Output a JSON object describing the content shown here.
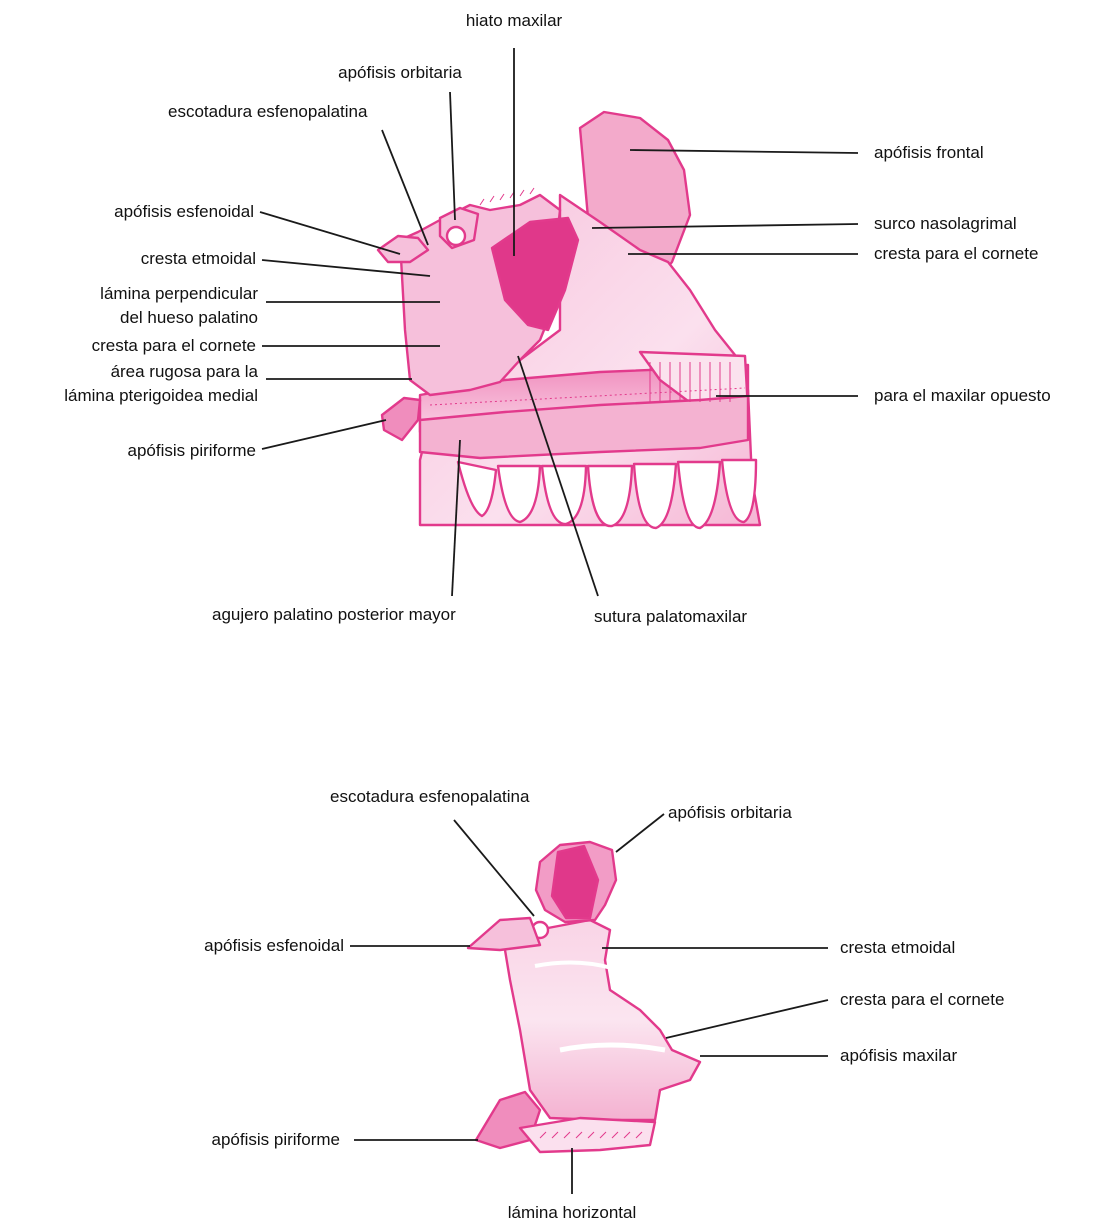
{
  "colors": {
    "outline": "#e23a8c",
    "fill_light": "#f9d4e6",
    "fill_mid": "#f29cc6",
    "fill_dark": "#e0388a",
    "leader": "#1a1a1a",
    "text": "#111111"
  },
  "top_figure": {
    "labels": {
      "hiato_maxilar": "hiato maxilar",
      "apofisis_orbitaria": "apófisis orbitaria",
      "escotadura_esfenopalatina": "escotadura esfenopalatina",
      "apofisis_esfenoidal": "apófisis esfenoidal",
      "cresta_etmoidal": "cresta etmoidal",
      "lamina_perpendicular_1": "lámina perpendicular",
      "lamina_perpendicular_2": "del hueso palatino",
      "cresta_cornete_left": "cresta para el cornete",
      "area_rugosa_1": "área rugosa para la",
      "area_rugosa_2": "lámina pterigoidea medial",
      "apofisis_piriforme": "apófisis piriforme",
      "apofisis_frontal": "apófisis frontal",
      "surco_nasolagrimal": "surco nasolagrimal",
      "cresta_cornete_right": "cresta para el cornete",
      "para_maxilar_opuesto": "para el maxilar opuesto",
      "agujero_palatino": "agujero palatino posterior mayor",
      "sutura_palatomaxilar": "sutura palatomaxilar"
    }
  },
  "bottom_figure": {
    "labels": {
      "escotadura_esfenopalatina": "escotadura esfenopalatina",
      "apofisis_orbitaria": "apófisis orbitaria",
      "apofisis_esfenoidal": "apófisis esfenoidal",
      "cresta_etmoidal": "cresta etmoidal",
      "cresta_cornete": "cresta para el cornete",
      "apofisis_maxilar": "apófisis maxilar",
      "apofisis_piriforme": "apófisis piriforme",
      "lamina_horizontal": "lámina horizontal"
    }
  }
}
